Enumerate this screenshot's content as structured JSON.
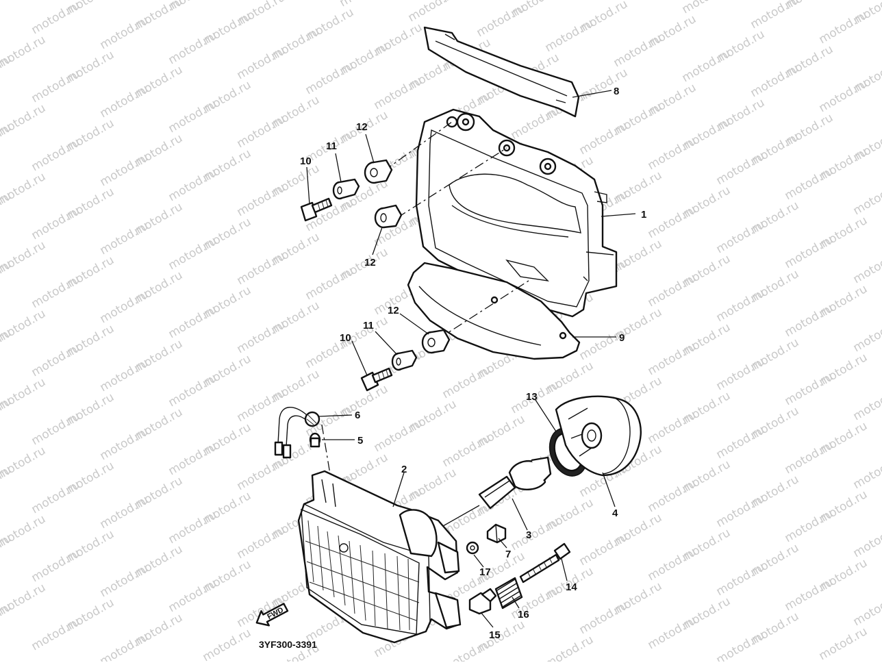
{
  "diagram": {
    "watermark_text": "motod.ru",
    "figure_code": "3YF300-3391",
    "forward_arrow_label": "FWD",
    "callouts": [
      "1",
      "2",
      "3",
      "4",
      "5",
      "6",
      "7",
      "8",
      "9",
      "10",
      "11",
      "12",
      "12",
      "10",
      "11",
      "12",
      "13",
      "14",
      "15",
      "16",
      "17"
    ]
  }
}
